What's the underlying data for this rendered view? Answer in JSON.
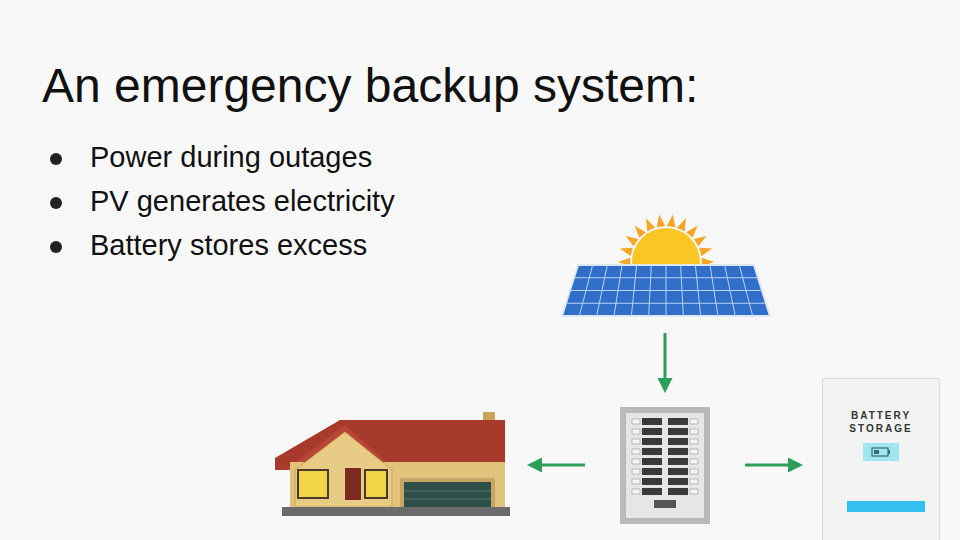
{
  "diagram": {
    "title": "An emergency backup system:",
    "nodes": [
      {
        "text": [
          "BATTERY STORAGE"
        ]
      }
    ],
    "labels": [
      "Power during outages",
      "PV generates electricity",
      "Battery stores excess"
    ]
  }
}
